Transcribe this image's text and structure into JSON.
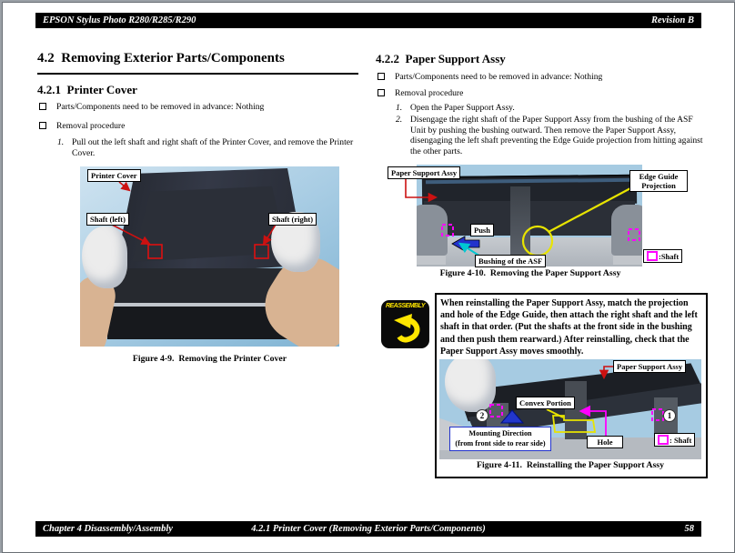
{
  "header": {
    "title": "EPSON Stylus Photo R280/R285/R290",
    "revision": "Revision B"
  },
  "section_title": "4.2  Removing Exterior Parts/Components",
  "left": {
    "heading": "4.2.1  Printer Cover",
    "bullet1": "Parts/Components need to be removed in advance: Nothing",
    "bullet2": "Removal procedure",
    "step1_num": "1.",
    "step1": "Pull out the left shaft and right shaft of the Printer Cover, and remove the Printer Cover.",
    "fig": {
      "label_printer_cover": "Printer Cover",
      "label_shaft_left": "Shaft (left)",
      "label_shaft_right": "Shaft (right)",
      "caption": "Figure 4-9.  Removing the Printer Cover"
    }
  },
  "right": {
    "heading": "4.2.2  Paper Support Assy",
    "bullet1": "Parts/Components need to be removed in advance: Nothing",
    "bullet2": "Removal procedure",
    "step1_num": "1.",
    "step1": "Open the Paper Support Assy.",
    "step2_num": "2.",
    "step2": "Disengage the right shaft of the Paper Support Assy from the bushing of the ASF Unit by pushing the bushing outward. Then remove the Paper Support Assy, disengaging the left shaft preventing the Edge Guide projection from hitting against the other parts.",
    "fig410": {
      "label_paper_support": "Paper Support Assy",
      "label_edge_guide": "Edge Guide Projection",
      "label_push": "Push",
      "label_bushing": "Bushing of the ASF",
      "shaft_legend": ":Shaft",
      "caption": "Figure 4-10.  Removing the Paper Support Assy"
    },
    "reassembly": {
      "badge": "REASSEMBLY",
      "note": "When reinstalling the Paper Support Assy, match the projection and hole of the Edge Guide, then attach the right shaft and the left shaft in that order. (Put the shafts at the front side in the bushing and then push them rearward.) After reinstalling, check that the Paper Support Assy moves smoothly."
    },
    "fig411": {
      "label_paper_support": "Paper Support Assy",
      "label_convex": "Convex Portion",
      "mounting_line1": "Mounting Direction",
      "mounting_line2": "(from front side to rear side)",
      "label_hole": "Hole",
      "shaft_legend": ": Shaft",
      "num_left": "2",
      "num_right": "1",
      "caption": "Figure 4-11.  Reinstalling the Paper Support Assy"
    }
  },
  "footer": {
    "left": "Chapter 4 Disassembly/Assembly",
    "center": "4.2.1 Printer Cover (Removing Exterior Parts/Components)",
    "page": "58"
  },
  "colors": {
    "annotation_red": "#cc1111",
    "annotation_yellow": "#e8e400",
    "annotation_magenta": "#ff00ff",
    "annotation_blue": "#2233cc",
    "annotation_cyan": "#00c8d2",
    "badge_yellow": "#ffe600",
    "photo_background_blue": "#a6cbe2"
  }
}
